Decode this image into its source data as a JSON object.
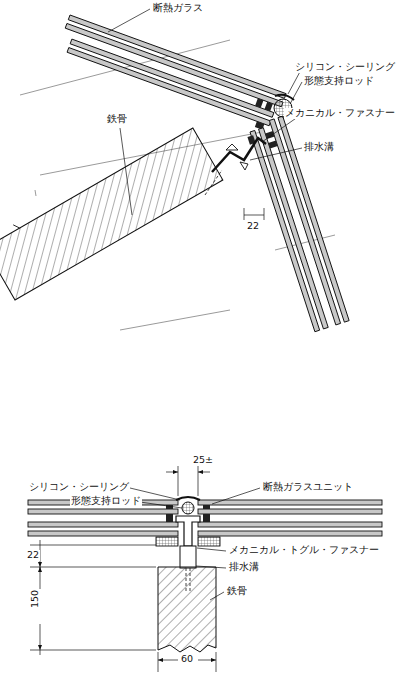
{
  "diagram": {
    "labels": [
      "断熱ガラス",
      "シリコン・シーリング",
      "形態支持ロッド",
      "メカニカル・ファスナー",
      "鉄骨",
      "排水溝",
      "22",
      "25±",
      "シリコン・シーリング",
      "形態支持ロッド",
      "断熱ガラスユニット",
      "22",
      "メカニカル・トグル・ファスナー",
      "排水溝",
      "150",
      "鉄骨",
      "60"
    ]
  }
}
